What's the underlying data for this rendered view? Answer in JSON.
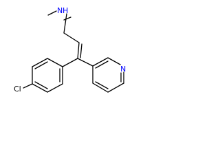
{
  "molecule": {
    "atoms": {
      "methyl_amine": {
        "text": "N",
        "h": "H",
        "color": "#0000ff"
      },
      "pyridine_n": {
        "text": "N",
        "color": "#0000ff"
      },
      "chlorine": {
        "text": "Cl",
        "color": "#000000"
      }
    },
    "bond_color": "#000000"
  }
}
